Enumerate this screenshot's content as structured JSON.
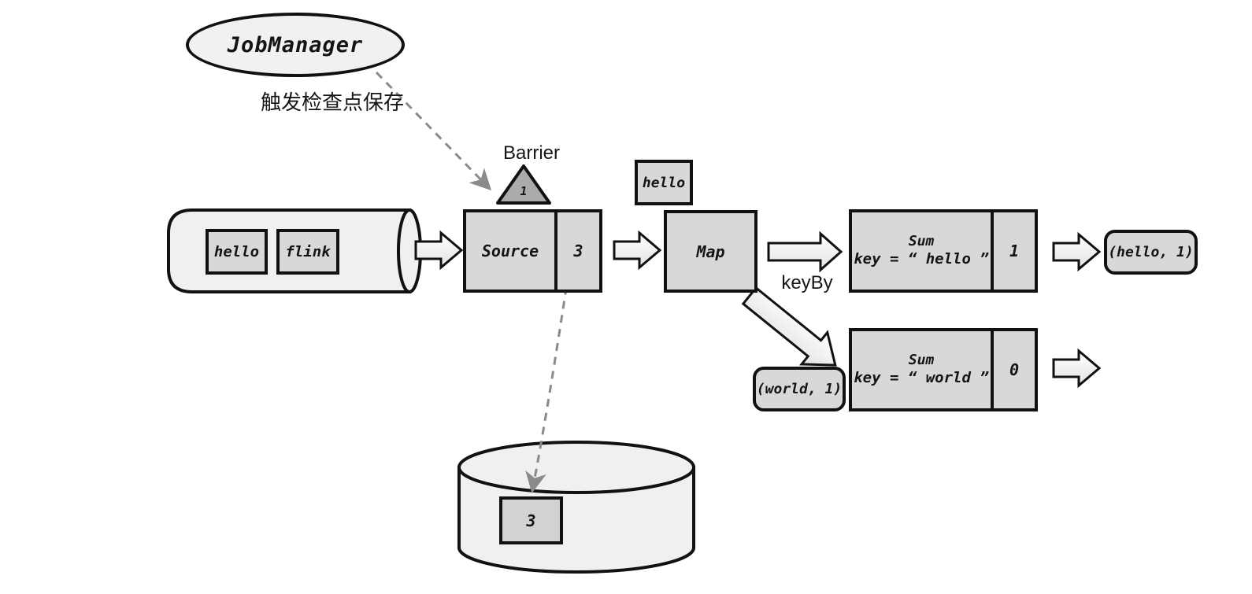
{
  "colors": {
    "background": "#ffffff",
    "box_fill": "#d8d8d8",
    "container_fill": "#f0f0f0",
    "triangle_fill": "#ababab",
    "border": "#111111",
    "dashed_arrow": "#8a8a8a",
    "block_arrow_fill": "#f3f3f3"
  },
  "nodes": {
    "job_manager": "JobManager",
    "trigger_label": "触发检查点保存",
    "barrier": {
      "label": "Barrier",
      "value": "1"
    },
    "pipe": {
      "items": [
        "hello",
        "flink"
      ]
    },
    "source": {
      "label": "Source",
      "state": "3"
    },
    "map": {
      "label": "Map",
      "incoming": "hello"
    },
    "key_by_label": "keyBy",
    "sum_hello": {
      "title": "Sum",
      "key": "key = “ hello ”",
      "state": "1"
    },
    "sum_world": {
      "title": "Sum",
      "key": "key = “ world ”",
      "state": "0"
    },
    "result_hello": "(hello, 1)",
    "result_world": "(world, 1)",
    "checkpoint": {
      "value": "3"
    }
  }
}
